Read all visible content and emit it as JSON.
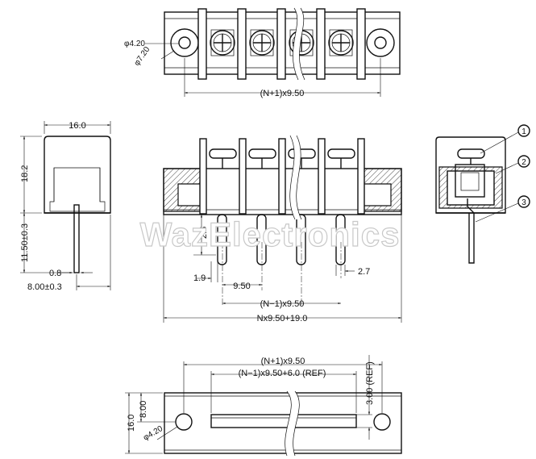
{
  "watermark": "WazElectronics",
  "top_view": {
    "hole_dia": "φ4.20",
    "boss_dia": "φ7.20",
    "pitch_total": "(N+1)x9.50"
  },
  "side_view": {
    "width": "16.0",
    "height": "18.2",
    "pin_length": "11.50±0.3",
    "pin_thickness": "0.8",
    "base_width": "8.00±0.3"
  },
  "front_view": {
    "pin_offset": "2.5",
    "pin_dia": "1.9",
    "pitch": "9.50",
    "pin_width": "2.7",
    "span_inner": "(N−1)x9.50",
    "span_total": "Nx9.50+19.0"
  },
  "callouts": [
    "1",
    "2",
    "3"
  ],
  "bottom_view": {
    "pitch_total": "(N+1)x9.50",
    "ref_span": "(N−1)x9.50+6.0  (REF)",
    "ref_height": "3.00 (REF)",
    "height": "16.0",
    "half_height": "8.00",
    "hole_dia": "φ4.20"
  }
}
